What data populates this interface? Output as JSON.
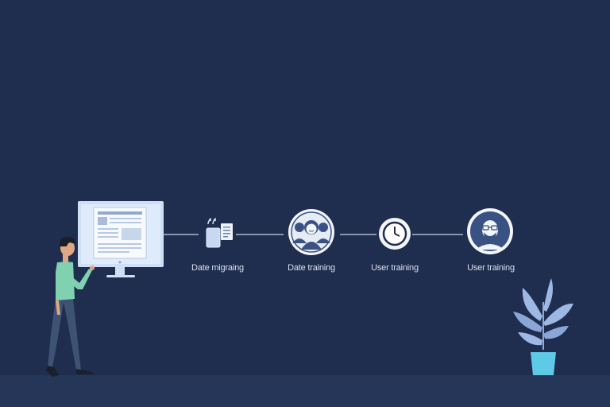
{
  "colors": {
    "background": "#1f2d4f",
    "floor": "#263659",
    "connector": "#c9d3e4",
    "icon_bg": "#f2f5fa",
    "icon_fg": "#3a5183",
    "monitor": "#cfe0f6",
    "plant_leaf": "#9db8e2",
    "pot": "#5ecbe6"
  },
  "steps": [
    {
      "label": "Date migraing",
      "icon": "document-transfer-icon"
    },
    {
      "label": "Date training",
      "icon": "group-avatar-icon"
    },
    {
      "label": "User training",
      "icon": "clock-icon"
    },
    {
      "label": "User training",
      "icon": "masked-person-icon"
    }
  ]
}
